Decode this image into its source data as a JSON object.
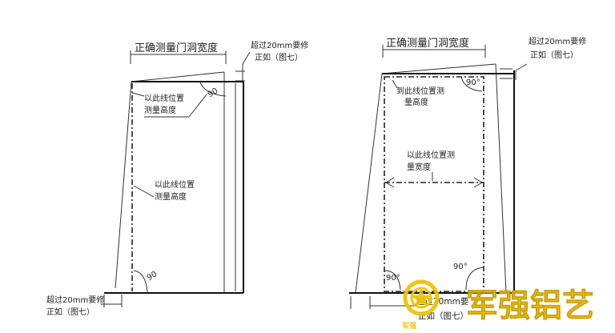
{
  "left": {
    "width_title": "正确测量门洞宽度",
    "note_top_line1": "超过20mm要修",
    "note_top_line2": "正如（图七）",
    "height_note_top_line1": "以此线位置",
    "height_note_top_line2": "测量高度",
    "height_note_mid_line1": "以此线位置",
    "height_note_mid_line2": "测量高度",
    "angle_top": "90",
    "angle_bottom": "90",
    "note_bottom_line1": "超过20mm要修",
    "note_bottom_line2": "正如（图七）"
  },
  "right": {
    "width_title": "正确测量门洞宽度",
    "note_top_line1": "超过20mm要修",
    "note_top_line2": "正如（图七）",
    "height_note_line1": "到此线位置测",
    "height_note_line2": "量高度",
    "width_note_line1": "以此线位置测",
    "width_note_line2": "量宽度",
    "angle_tr": "90°",
    "angle_bl": "90°",
    "angle_br": "90°",
    "note_bottom_line1": "超过20mm要",
    "note_bottom_line2": "正如（图七）"
  },
  "logo": {
    "brand_text": "军强铝艺",
    "badge_text": "军强"
  },
  "colors": {
    "line": "#333333",
    "logo_yellow": "#f0c400"
  }
}
